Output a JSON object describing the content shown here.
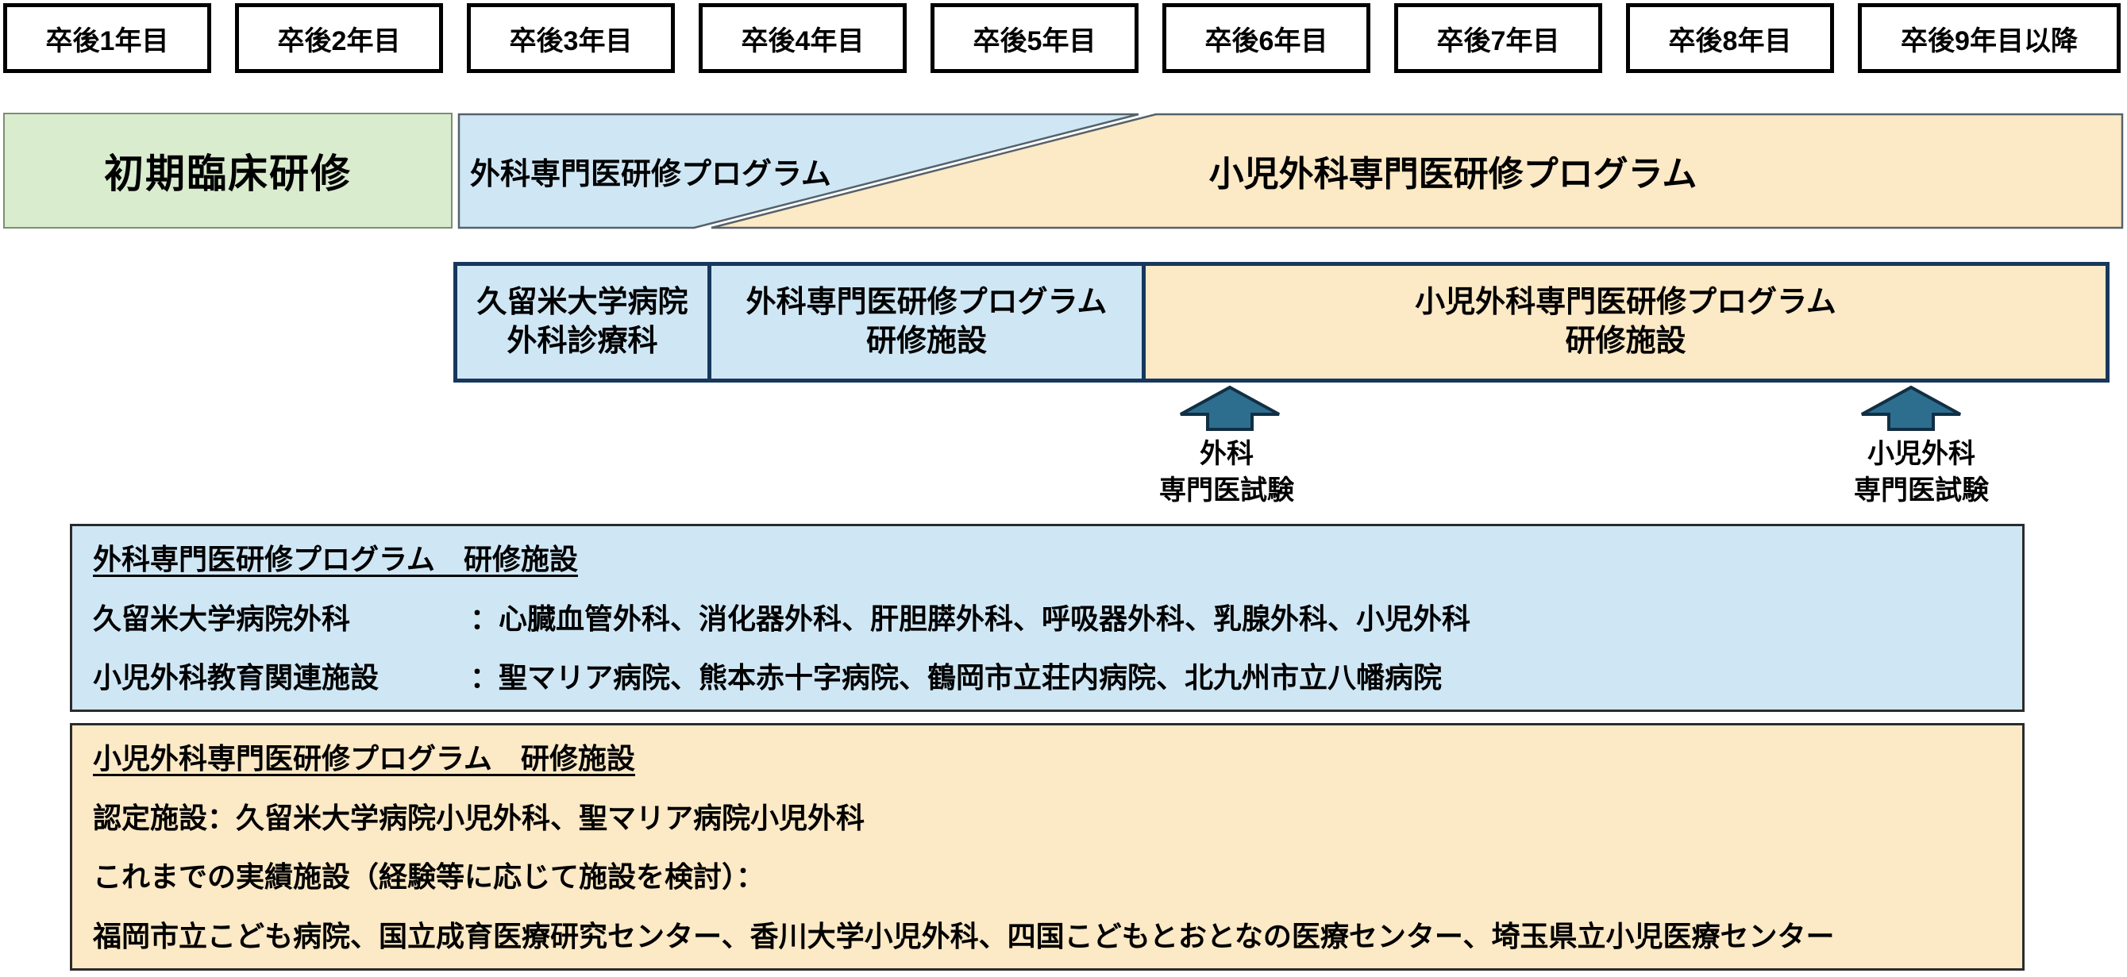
{
  "timeline": {
    "years": [
      "卒後1年目",
      "卒後2年目",
      "卒後3年目",
      "卒後4年目",
      "卒後5年目",
      "卒後6年目",
      "卒後7年目",
      "卒後8年目",
      "卒後9年目以降"
    ]
  },
  "bands": {
    "initial_training": "初期臨床研修",
    "surgery_program": "外科専門医研修プログラム",
    "pediatric_surgery_program": "小児外科専門医研修プログラム"
  },
  "facility_row": {
    "kurume_hospital": {
      "line1": "久留米大学病院",
      "line2": "外科診療科"
    },
    "surgery_facility": {
      "line1": "外科専門医研修プログラム",
      "line2": "研修施設"
    },
    "pediatric_facility": {
      "line1": "小児外科専門医研修プログラム",
      "line2": "研修施設"
    }
  },
  "exams": {
    "surgery_exam": {
      "line1": "外科",
      "line2": "専門医試験"
    },
    "pediatric_exam": {
      "line1": "小児外科",
      "line2": "専門医試験"
    }
  },
  "surgery_info_box": {
    "title": "外科専門医研修プログラム　研修施設",
    "rows": [
      {
        "label": "久留米大学病院外科",
        "value": "：心臓血管外科、消化器外科、肝胆膵外科、呼吸器外科、乳腺外科、小児外科"
      },
      {
        "label": "小児外科教育関連施設",
        "value": "：聖マリア病院、熊本赤十字病院、鶴岡市立荘内病院、北九州市立八幡病院"
      }
    ]
  },
  "pediatric_info_box": {
    "title": "小児外科専門医研修プログラム　研修施設",
    "lines": [
      "認定施設：久留米大学病院小児外科、聖マリア病院小児外科",
      "これまでの実績施設（経験等に応じて施設を検討）：",
      "福岡市立こども病院、国立成育医療研究センター、香川大学小児外科、四国こどもとおとなの医療センター、埼玉県立小児医療センター"
    ]
  },
  "colors": {
    "green_fill": "#d9ecce",
    "light_blue_fill": "#cfe7f5",
    "light_orange_fill": "#fce9c5",
    "dark_teal_border": "#17375d",
    "arrow_fill": "#2d6e8e",
    "arrow_border": "#122f44",
    "box_border_black": "#000000"
  }
}
